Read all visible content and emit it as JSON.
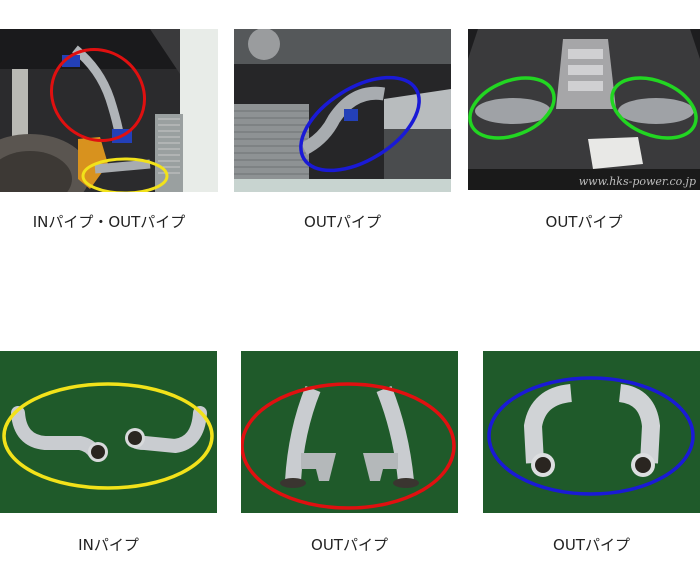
{
  "gallery": {
    "rows": [
      {
        "items": [
          {
            "caption": "INパイプ・OUTパイプ",
            "photo": "Engine bay side view with pipes installed",
            "highlights": [
              {
                "color": "#e01010",
                "label": "red ellipse"
              },
              {
                "color": "#f2e21a",
                "label": "yellow ellipse"
              }
            ]
          },
          {
            "caption": "OUTパイプ",
            "photo": "Front intercooler area with OUT pipe installed",
            "highlights": [
              {
                "color": "#1a1ad6",
                "label": "blue ellipse"
              }
            ]
          },
          {
            "caption": "OUTパイプ",
            "photo": "Engine bay top view with OUT pipes installed",
            "highlights": [
              {
                "color": "#22d622",
                "label": "green ellipse left"
              },
              {
                "color": "#22d622",
                "label": "green ellipse right"
              }
            ],
            "watermark": "www.hks-power.co.jp"
          }
        ]
      },
      {
        "items": [
          {
            "caption": "INパイプ",
            "photo": "Pair of IN pipes on green background",
            "highlights": [
              {
                "color": "#f2e21a",
                "label": "yellow ellipse"
              }
            ]
          },
          {
            "caption": "OUTパイプ",
            "photo": "Pair of OUT pipes with brackets on green background",
            "highlights": [
              {
                "color": "#e01010",
                "label": "red ellipse"
              }
            ]
          },
          {
            "caption": "OUTパイプ",
            "photo": "Pair of bent OUT pipes on green background",
            "highlights": [
              {
                "color": "#1a1ad6",
                "label": "blue ellipse"
              }
            ]
          }
        ]
      }
    ]
  },
  "colors": {
    "red": "#e01010",
    "yellow": "#f2e21a",
    "blue": "#1a1ad6",
    "green": "#22d622",
    "mat_green": "#1f5a2a"
  }
}
